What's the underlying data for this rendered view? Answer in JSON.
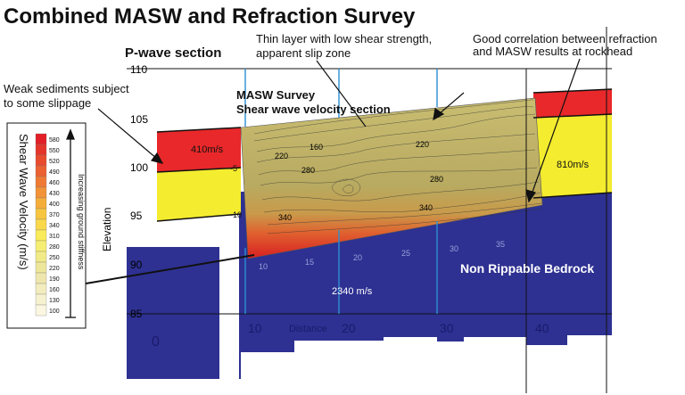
{
  "title": "Combined MASW and Refraction Survey",
  "pwave_label": "P-wave section",
  "masw_label_1": "MASW Survey",
  "masw_label_2": "Shear wave velocity section",
  "annotations": {
    "weak_1": "Weak sediments subject",
    "weak_2": "to some slippage",
    "thin_1": "Thin layer with low shear strength,",
    "thin_2": "apparent slip zone",
    "good_1": "Good correlation between refraction",
    "good_2": "and MASW results at rockhead"
  },
  "velocities": {
    "left_red": "410m/s",
    "right_yellow": "810m/s",
    "bedrock": "2340 m/s"
  },
  "bedrock_label": "Non Rippable Bedrock",
  "elevation_axis": {
    "title": "Elevation",
    "ticks": [
      "110",
      "105",
      "100",
      "95",
      "90",
      "85"
    ]
  },
  "distance_axis": {
    "title": "Distance",
    "ticks": [
      "0",
      "10",
      "20",
      "30",
      "40"
    ]
  },
  "masw_depth_ticks": [
    "-5",
    "-10"
  ],
  "masw_distance_ticks": [
    "10",
    "15",
    "20",
    "25",
    "30",
    "35"
  ],
  "contour_labels": [
    "160",
    "220",
    "220",
    "280",
    "280",
    "340",
    "340"
  ],
  "colorscale": {
    "title": "Shear Wave Velocity (m/s)",
    "arrow_label": "Increasing ground stiffness",
    "values": [
      "580",
      "550",
      "520",
      "490",
      "460",
      "430",
      "400",
      "370",
      "340",
      "310",
      "280",
      "250",
      "220",
      "190",
      "160",
      "130",
      "100"
    ],
    "colors": [
      "#e21f26",
      "#e5352a",
      "#e94b2e",
      "#ec6131",
      "#ef7a34",
      "#f29337",
      "#f5ad3a",
      "#f7c53f",
      "#f9d84a",
      "#faeb5a",
      "#f6ee73",
      "#f1ea88",
      "#ede69b",
      "#eee6ac",
      "#f2ecbe",
      "#f6f1cf",
      "#faf6e0"
    ]
  },
  "colors": {
    "bedrock": "#2e3192",
    "red_layer": "#e8282a",
    "yellow_layer": "#f4ec2e",
    "masw_khaki": "#bdb06a",
    "grid_blue": "#2b8fd4"
  }
}
